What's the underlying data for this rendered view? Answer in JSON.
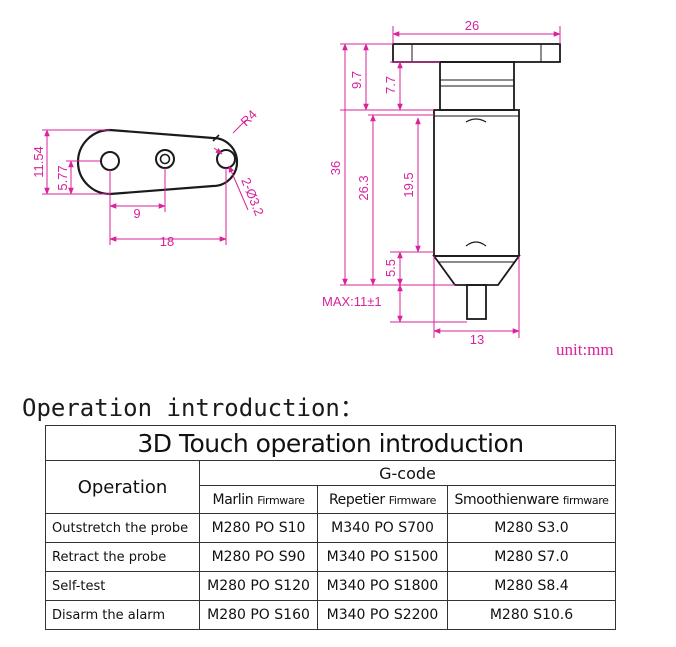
{
  "dimensions": {
    "flange_height_left": "11.54",
    "hole_offset": "5.77",
    "hole_pitch": "9",
    "flange_length": "18",
    "corner_radius": "R4",
    "hole_spec": "2-Ø3.2",
    "top_width": "26",
    "top_height_outer": "9.7",
    "top_height_inner": "7.7",
    "total_height": "36",
    "body_height": "26.3",
    "body_inner_height": "19.5",
    "bottom_cone": "5.5",
    "probe_travel": "MAX:11±1",
    "body_width": "13"
  },
  "unit_label": "unit:mm",
  "section_heading": "Operation introduction：",
  "table": {
    "title": "3D Touch operation introduction",
    "operation_header": "Operation",
    "gcode_header": "G-code",
    "firmware_headers": [
      {
        "name": "Marlin",
        "suffix": "Firmware"
      },
      {
        "name": "Repetier",
        "suffix": "Firmware"
      },
      {
        "name": "Smoothienware",
        "suffix": "firmware"
      }
    ],
    "rows": [
      {
        "operation": "Outstretch the probe",
        "marlin": "M280 PO S10",
        "repetier": "M340 PO S700",
        "smoothie": "M280 S3.0"
      },
      {
        "operation": "Retract the probe",
        "marlin": "M280 PO S90",
        "repetier": "M340 PO S1500",
        "smoothie": "M280 S7.0"
      },
      {
        "operation": "Self-test",
        "marlin": "M280 PO S120",
        "repetier": "M340 PO S1800",
        "smoothie": "M280 S8.4"
      },
      {
        "operation": "Disarm the alarm",
        "marlin": "M280 PO S160",
        "repetier": "M340 PO S2200",
        "smoothie": "M280 S10.6"
      }
    ]
  },
  "colors": {
    "dimension": "#d8239b",
    "outline": "#1a1a1a"
  }
}
